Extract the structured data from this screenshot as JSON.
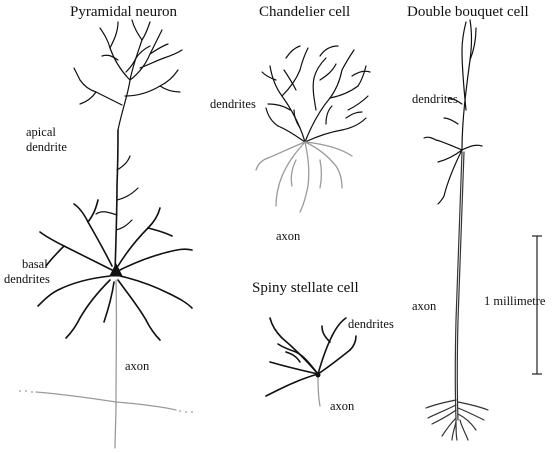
{
  "titles": {
    "pyramidal": "Pyramidal neuron",
    "chandelier": "Chandelier cell",
    "double_bouquet": "Double bouquet cell",
    "spiny_stellate": "Spiny stellate cell"
  },
  "labels": {
    "apical_line1": "apical",
    "apical_line2": "dendrite",
    "basal_line1": "basal",
    "basal_line2": "dendrites",
    "pyramidal_axon": "axon",
    "chandelier_dendrites": "dendrites",
    "chandelier_axon": "axon",
    "stellate_dendrites": "dendrites",
    "stellate_axon": "axon",
    "bouquet_dendrites": "dendrites",
    "bouquet_axon": "axon",
    "scale_bar": "1 millimetre"
  },
  "scale_bar": {
    "length_mm": 1
  }
}
